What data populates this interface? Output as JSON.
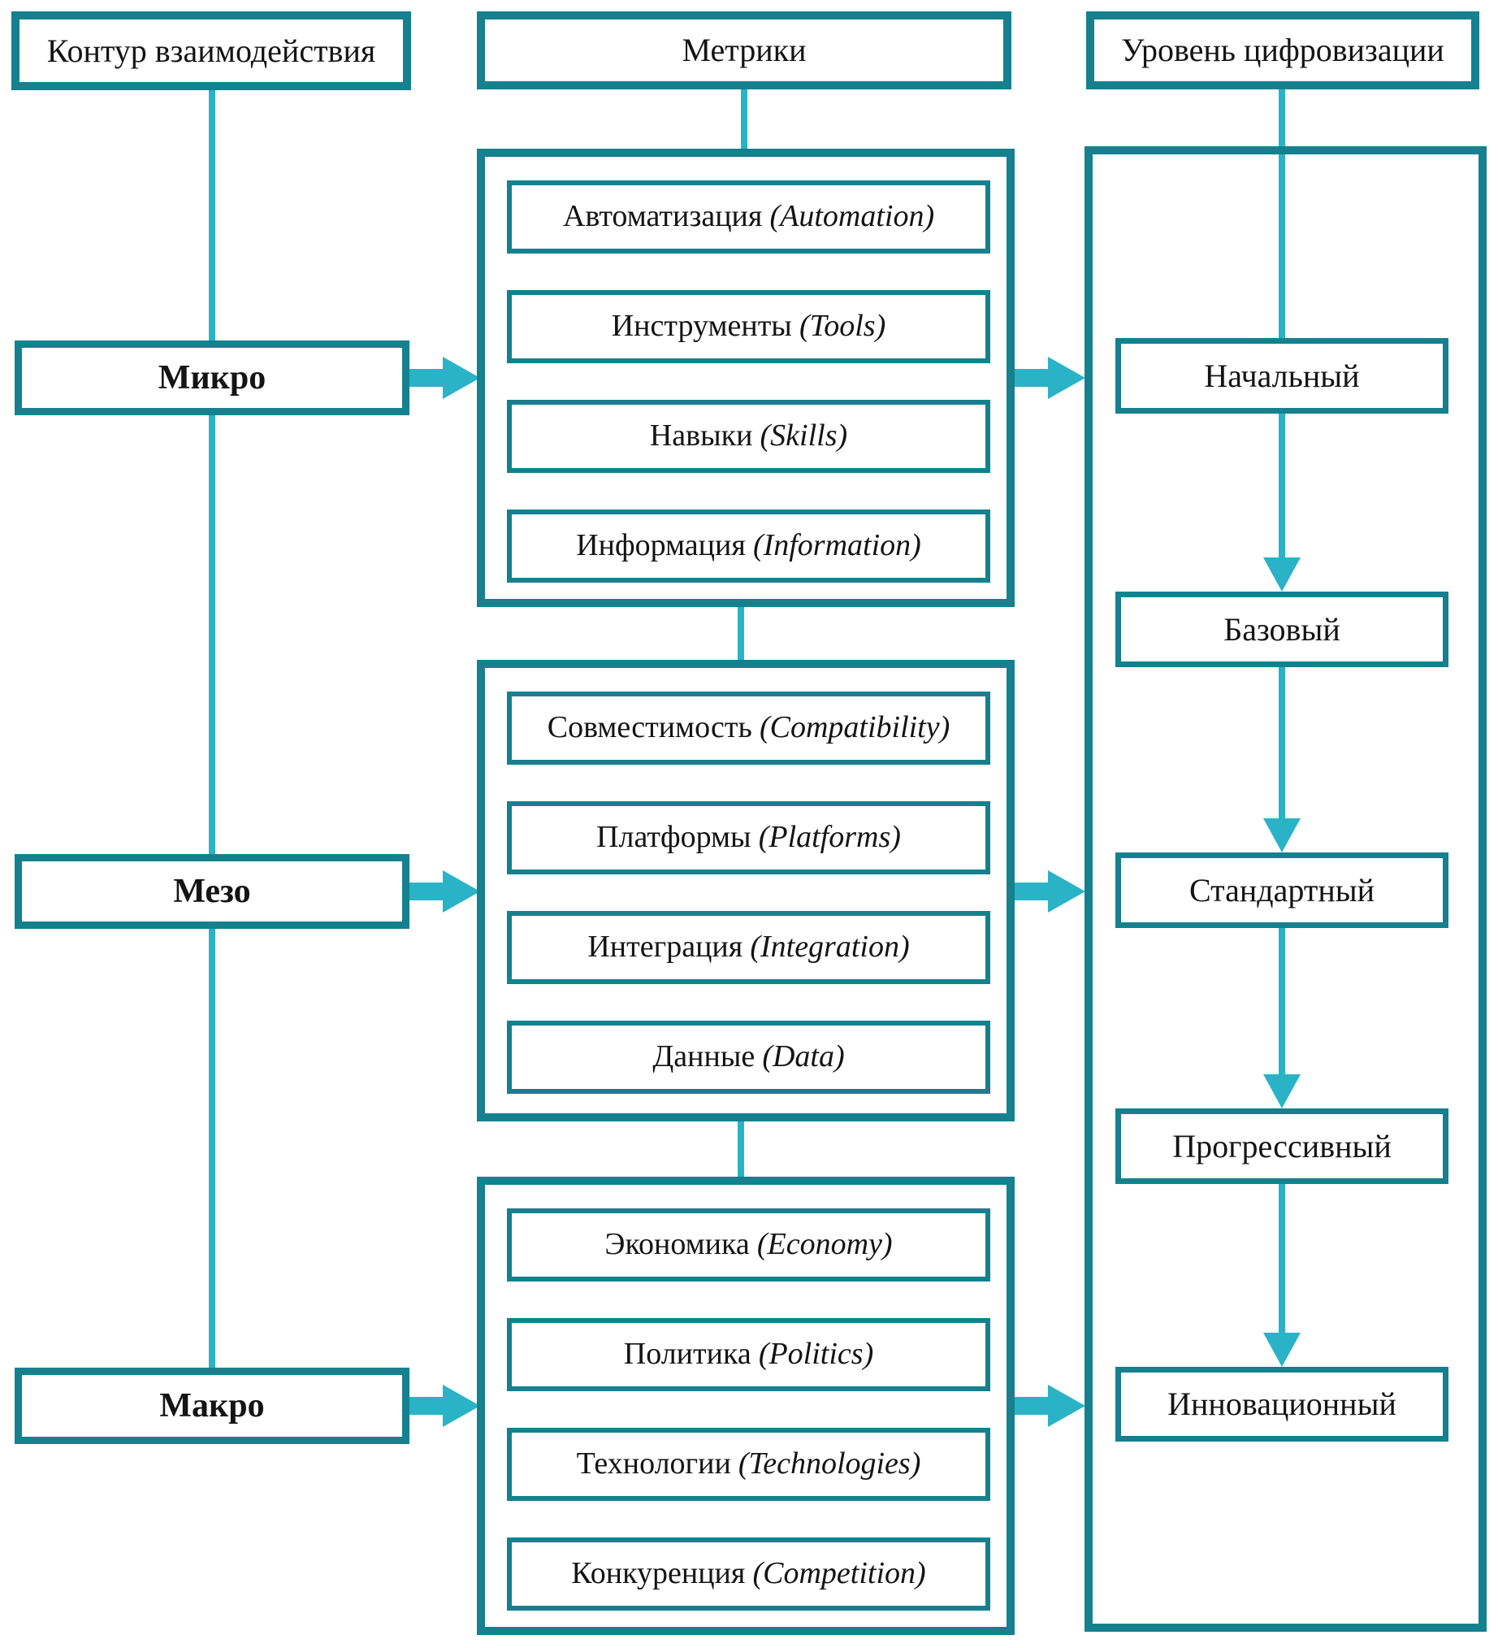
{
  "theme": {
    "border_color": "#15808e",
    "arrow_color": "#2ab3c6",
    "text_color": "#141414",
    "background_color": "#ffffff"
  },
  "columns": {
    "interaction": {
      "header": "Контур взаимодействия",
      "levels": [
        {
          "label": "Микро"
        },
        {
          "label": "Мезо"
        },
        {
          "label": "Макро"
        }
      ]
    },
    "metrics": {
      "header": "Метрики",
      "groups": [
        {
          "items": [
            {
              "ru": "Автоматизация",
              "en": "(Automation)"
            },
            {
              "ru": "Инструменты",
              "en": "(Tools)"
            },
            {
              "ru": "Навыки",
              "en": "(Skills)"
            },
            {
              "ru": "Информация",
              "en": "(Information)"
            }
          ]
        },
        {
          "items": [
            {
              "ru": "Совместимость",
              "en": "(Compatibility)"
            },
            {
              "ru": "Платформы",
              "en": "(Platforms)"
            },
            {
              "ru": "Интеграция",
              "en": "(Integration)"
            },
            {
              "ru": "Данные",
              "en": "(Data)"
            }
          ]
        },
        {
          "items": [
            {
              "ru": "Экономика",
              "en": "(Economy)"
            },
            {
              "ru": "Политика",
              "en": "(Politics)"
            },
            {
              "ru": "Технологии",
              "en": "(Technologies)"
            },
            {
              "ru": "Конкуренция",
              "en": "(Competition)"
            }
          ]
        }
      ]
    },
    "digitalization": {
      "header": "Уровень цифровизации",
      "levels": [
        {
          "label": "Начальный"
        },
        {
          "label": "Базовый"
        },
        {
          "label": "Стандартный"
        },
        {
          "label": "Прогрессивный"
        },
        {
          "label": "Инновационный"
        }
      ]
    }
  }
}
